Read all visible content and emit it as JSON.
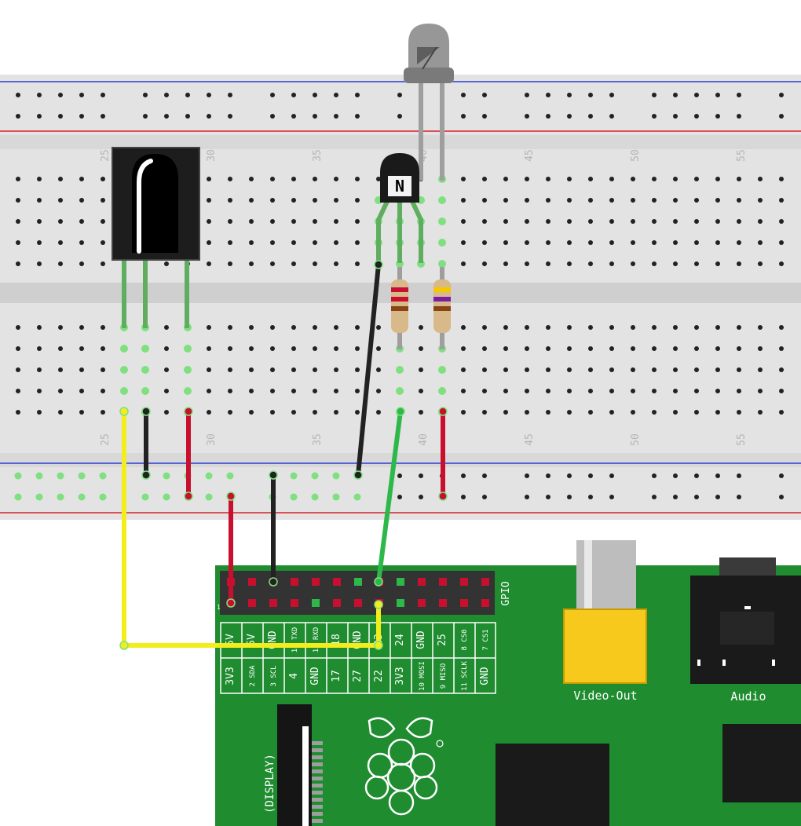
{
  "breadboard": {
    "column_numbers": [
      "25",
      "30",
      "35",
      "40",
      "45",
      "50",
      "55"
    ],
    "colors": {
      "board": "#e3e3e3",
      "rail_red": "#d8232a",
      "rail_blue": "#2b3bd6",
      "hole": "#222222",
      "hole_active": "#7fe07f"
    }
  },
  "components": {
    "ir_receiver": {
      "label": ""
    },
    "transistor": {
      "label": "N"
    },
    "led": {
      "label": ""
    },
    "resistor_1": {
      "bands": [
        "#c8102e",
        "#c8102e",
        "#8b4513"
      ]
    },
    "resistor_2": {
      "bands": [
        "#f5c800",
        "#7a1fa2",
        "#8b4513"
      ]
    }
  },
  "wires": {
    "colors": {
      "yellow": "#f3ee1b",
      "black": "#222222",
      "red": "#c8102e",
      "green": "#2fb84a"
    }
  },
  "raspberry_pi": {
    "board_color": "#1e8c2f",
    "header_label": "GPIO",
    "pin_one_marker": "1",
    "top_pin_labels": [
      "5V",
      "5V",
      "GND",
      "14 TXD",
      "15 RXD",
      "18",
      "GND",
      "23",
      "24",
      "GND",
      "25",
      "8 CS0",
      "7 CS1"
    ],
    "bottom_pin_labels": [
      "3V3",
      "2 SDA",
      "3 SCL",
      "4",
      "GND",
      "17",
      "27",
      "22",
      "3V3",
      "10 MOSI",
      "9 MISO",
      "11 SCLK",
      "GND"
    ],
    "video_label": "Video-Out",
    "audio_label": "Audio",
    "display_label": "(DISPLAY)"
  }
}
